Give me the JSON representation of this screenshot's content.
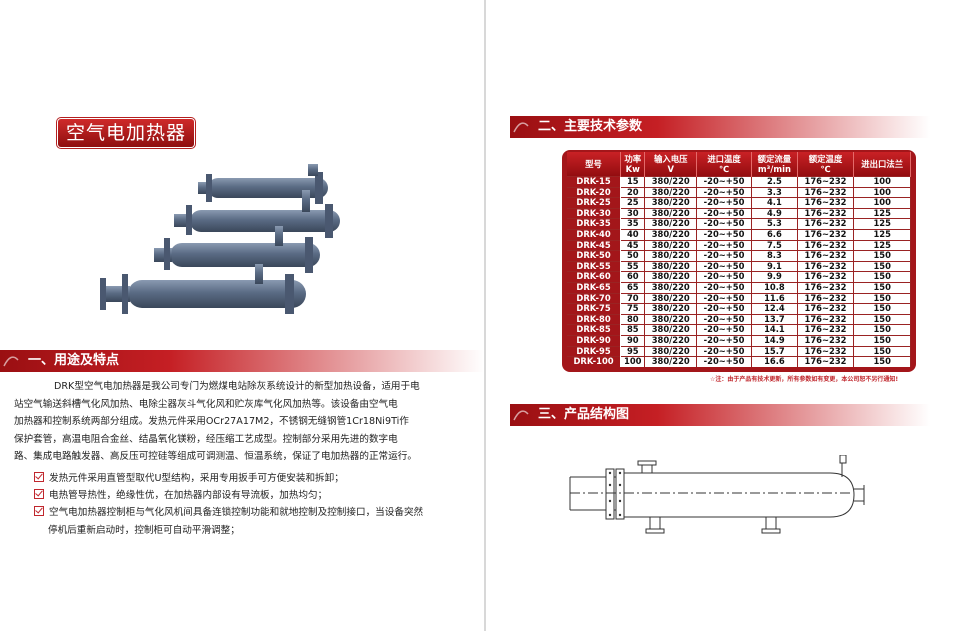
{
  "left": {
    "product_title": "空气电加热器",
    "section1_title": "一、用途及特点",
    "intro_lines": [
      "DRK型空气电加热器是我公司专门为燃煤电站除灰系统设计的新型加热设备，适用于电",
      "站空气输送斜槽气化风加热、电除尘器灰斗气化风和贮灰库气化风加热等。该设备由空气电",
      "加热器和控制系统两部分组成。发热元件采用OCr27A17M2，不锈钢无缝钢管1Cr18Ni9Ti作",
      "保护套管，高温电阻合金丝、结晶氧化镁粉，经压缩工艺成型。控制部分采用先进的数字电",
      "路、集成电路触发器、高反压可控硅等组成可调测温、恒温系统，保证了电加热器的正常运行。"
    ],
    "features": [
      {
        "lines": [
          "发热元件采用直管型取代U型结构，采用专用扳手可方便安装和拆卸；"
        ]
      },
      {
        "lines": [
          "电热管导热性，绝缘性优，在加热器内部设有导流板，加热均匀；"
        ]
      },
      {
        "lines": [
          "空气电加热器控制柜与气化风机间具备连锁控制功能和就地控制及控制接口，当设备突然",
          "停机后重新启动时，控制柜可自动平滑调整；"
        ]
      }
    ]
  },
  "right": {
    "section2_title": "二、主要技术参数",
    "section3_title": "三、产品结构图",
    "table_headers": [
      [
        "型号",
        ""
      ],
      [
        "功率",
        "Kw"
      ],
      [
        "输入电压",
        "V"
      ],
      [
        "进口温度",
        "℃"
      ],
      [
        "额定流量",
        "m³/min"
      ],
      [
        "额定温度",
        "℃"
      ],
      [
        "进出口法兰",
        ""
      ]
    ],
    "table_rows": [
      [
        "DRK-15",
        "15",
        "380/220",
        "-20~+50",
        "2.5",
        "176~232",
        "100"
      ],
      [
        "DRK-20",
        "20",
        "380/220",
        "-20~+50",
        "3.3",
        "176~232",
        "100"
      ],
      [
        "DRK-25",
        "25",
        "380/220",
        "-20~+50",
        "4.1",
        "176~232",
        "100"
      ],
      [
        "DRK-30",
        "30",
        "380/220",
        "-20~+50",
        "4.9",
        "176~232",
        "125"
      ],
      [
        "DRK-35",
        "35",
        "380/220",
        "-20~+50",
        "5.3",
        "176~232",
        "125"
      ],
      [
        "DRK-40",
        "40",
        "380/220",
        "-20~+50",
        "6.6",
        "176~232",
        "125"
      ],
      [
        "DRK-45",
        "45",
        "380/220",
        "-20~+50",
        "7.5",
        "176~232",
        "125"
      ],
      [
        "DRK-50",
        "50",
        "380/220",
        "-20~+50",
        "8.3",
        "176~232",
        "150"
      ],
      [
        "DRK-55",
        "55",
        "380/220",
        "-20~+50",
        "9.1",
        "176~232",
        "150"
      ],
      [
        "DRK-60",
        "60",
        "380/220",
        "-20~+50",
        "9.9",
        "176~232",
        "150"
      ],
      [
        "DRK-65",
        "65",
        "380/220",
        "-20~+50",
        "10.8",
        "176~232",
        "150"
      ],
      [
        "DRK-70",
        "70",
        "380/220",
        "-20~+50",
        "11.6",
        "176~232",
        "150"
      ],
      [
        "DRK-75",
        "75",
        "380/220",
        "-20~+50",
        "12.4",
        "176~232",
        "150"
      ],
      [
        "DRK-80",
        "80",
        "380/220",
        "-20~+50",
        "13.7",
        "176~232",
        "150"
      ],
      [
        "DRK-85",
        "85",
        "380/220",
        "-20~+50",
        "14.1",
        "176~232",
        "150"
      ],
      [
        "DRK-90",
        "90",
        "380/220",
        "-20~+50",
        "14.9",
        "176~232",
        "150"
      ],
      [
        "DRK-95",
        "95",
        "380/220",
        "-20~+50",
        "15.7",
        "176~232",
        "150"
      ],
      [
        "DRK-100",
        "100",
        "380/220",
        "-20~+50",
        "16.6",
        "176~232",
        "150"
      ]
    ],
    "table_note": "☆注：由于产品有技术更新，所有参数如有变更，本公司恕不另行通知!"
  },
  "colors": {
    "brand_red": "#b41c20",
    "pipe_gray": "#5d6e85"
  }
}
